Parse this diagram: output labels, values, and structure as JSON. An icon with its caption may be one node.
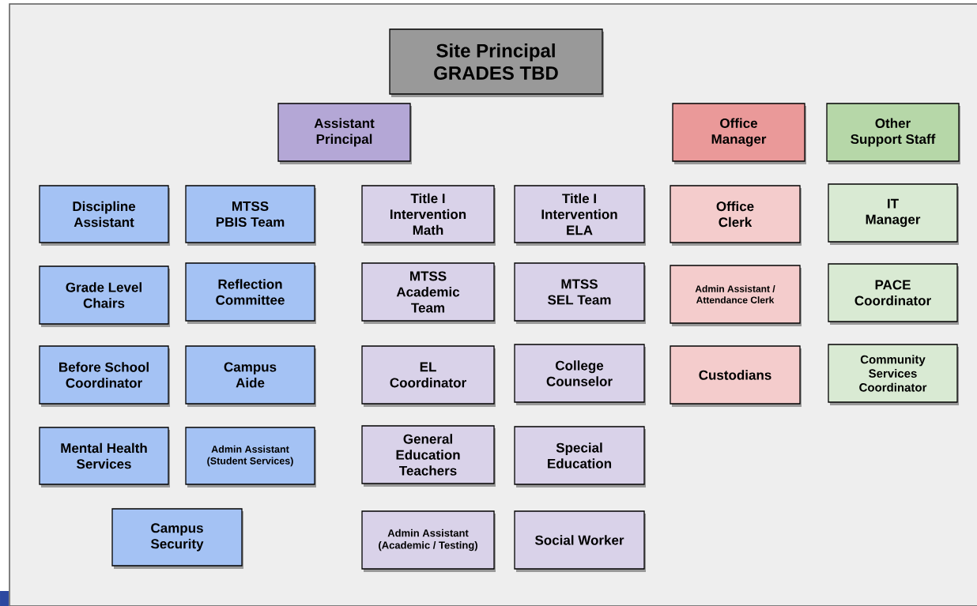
{
  "diagram": {
    "nodes": [
      {
        "text": [
          "Site Principal",
          "GRADES TBD"
        ]
      },
      {
        "text": [
          "Assistant Principal"
        ]
      },
      {
        "text": [
          "Office Manager"
        ]
      },
      {
        "text": [
          "Other Support Staff"
        ]
      },
      {
        "text": [
          "Discipline Assistant"
        ]
      },
      {
        "text": [
          "MTSS PBIS Team"
        ]
      },
      {
        "text": [
          "Grade Level Chairs"
        ]
      },
      {
        "text": [
          "Reflection Committee"
        ]
      },
      {
        "text": [
          "Before School Coordinator"
        ]
      },
      {
        "text": [
          "Campus Aide"
        ]
      },
      {
        "text": [
          "Mental Health Services"
        ]
      },
      {
        "text": [
          "Admin Assistant (Student Services)"
        ]
      },
      {
        "text": [
          "Campus Security"
        ]
      },
      {
        "text": [
          "Title I Intervention Math"
        ]
      },
      {
        "text": [
          "Title I Intervention ELA"
        ]
      },
      {
        "text": [
          "MTSS Academic Team"
        ]
      },
      {
        "text": [
          "MTSS SEL Team"
        ]
      },
      {
        "text": [
          "EL Coordinator"
        ]
      },
      {
        "text": [
          "College Counselor"
        ]
      },
      {
        "text": [
          "General Education Teachers"
        ]
      },
      {
        "text": [
          "Special Education"
        ]
      },
      {
        "text": [
          "Admin Assistant (Academic / Testing)"
        ]
      },
      {
        "text": [
          "Social Worker"
        ]
      },
      {
        "text": [
          "Office Clerk"
        ]
      },
      {
        "text": [
          "Admin Assistant / Attendance Clerk"
        ]
      },
      {
        "text": [
          "Custodians"
        ]
      },
      {
        "text": [
          "IT Manager"
        ]
      },
      {
        "text": [
          "PACE Coordinator"
        ]
      },
      {
        "text": [
          "Community Services Coordinator"
        ]
      }
    ]
  }
}
